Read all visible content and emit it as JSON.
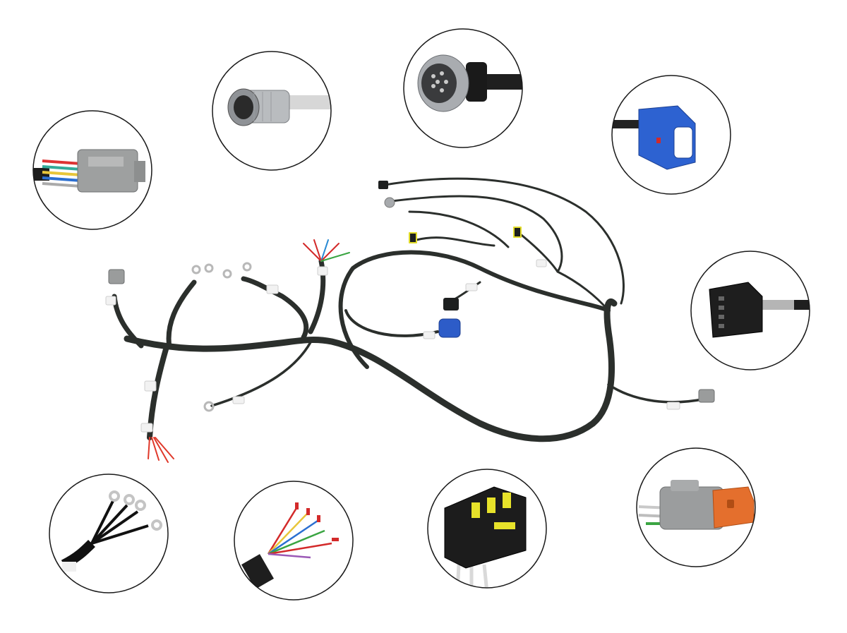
{
  "scene": {
    "subject": "wire-harness-product-photo",
    "background_color": "#ffffff",
    "cable_color": "#2b2f2c",
    "label_sleeve_color": "#f2f2f2",
    "circle_border_color": "#1a1a1a"
  },
  "detail_callouts": [
    {
      "id": "dt-12pin-gray-connector",
      "icon": "gray-rectangular-connector-icon"
    },
    {
      "id": "metal-circular-plug",
      "icon": "metal-circular-plug-icon"
    },
    {
      "id": "knurled-circular-connector",
      "icon": "knurled-circular-connector-icon"
    },
    {
      "id": "blue-sensor-connector",
      "icon": "blue-sensor-connector-icon"
    },
    {
      "id": "black-4pin-connector",
      "icon": "black-4pin-connector-icon"
    },
    {
      "id": "ring-terminal-breakout",
      "icon": "ring-terminal-icon"
    },
    {
      "id": "ferrule-breakout",
      "icon": "ferrule-breakout-icon"
    },
    {
      "id": "black-yellow-superseal-connector",
      "icon": "superseal-connector-icon"
    },
    {
      "id": "dt-orange-wedge-connector",
      "icon": "dt-orange-wedge-connector-icon"
    }
  ]
}
